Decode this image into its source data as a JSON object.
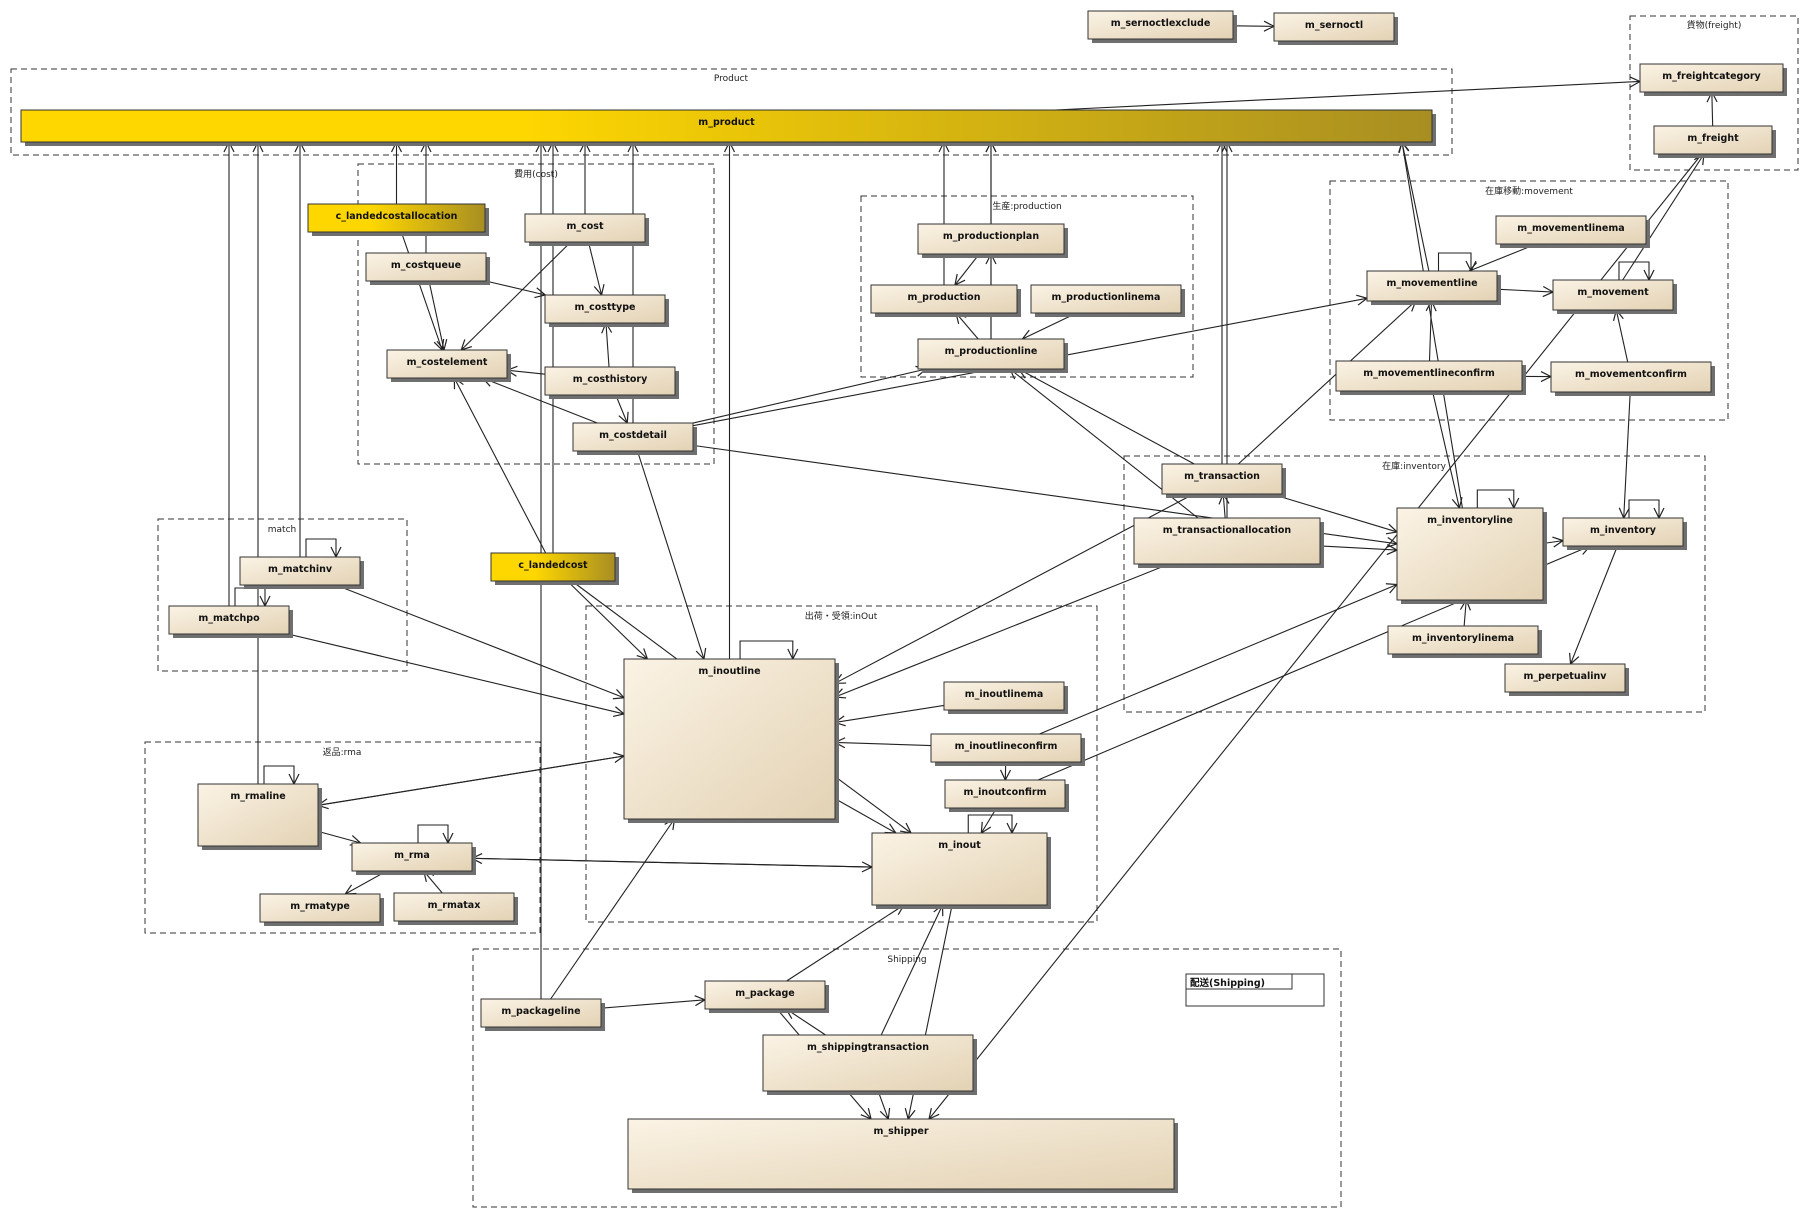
{
  "colors": {
    "entity_light": "#fbf3e5",
    "entity_dark": "#e3d2b4",
    "highlight_light": "#ffd700",
    "highlight_dark": "#a88e22",
    "line": "#222222"
  },
  "note": {
    "label": "配送(Shipping)"
  },
  "packages": [
    {
      "id": "product",
      "label": "Product"
    },
    {
      "id": "freight",
      "label": "貨物(freight)"
    },
    {
      "id": "cost",
      "label": "費用(cost)"
    },
    {
      "id": "production",
      "label": "生産:production"
    },
    {
      "id": "movement",
      "label": "在庫移動:movement"
    },
    {
      "id": "inventory",
      "label": "在庫:inventory"
    },
    {
      "id": "match",
      "label": "match"
    },
    {
      "id": "inout",
      "label": "出荷・受領:inOut"
    },
    {
      "id": "rma",
      "label": "返品:rma"
    },
    {
      "id": "shipping",
      "label": "Shipping"
    }
  ],
  "entities": [
    {
      "id": "m_product",
      "label": "m_product",
      "highlight": true
    },
    {
      "id": "m_sernoctlexclude",
      "label": "m_sernoctlexclude"
    },
    {
      "id": "m_sernoctl",
      "label": "m_sernoctl"
    },
    {
      "id": "m_freightcategory",
      "label": "m_freightcategory"
    },
    {
      "id": "m_freight",
      "label": "m_freight"
    },
    {
      "id": "c_landedcostallocation",
      "label": "c_landedcostallocation",
      "highlight": true
    },
    {
      "id": "m_cost",
      "label": "m_cost"
    },
    {
      "id": "m_costqueue",
      "label": "m_costqueue"
    },
    {
      "id": "m_costtype",
      "label": "m_costtype"
    },
    {
      "id": "m_costelement",
      "label": "m_costelement"
    },
    {
      "id": "m_costhistory",
      "label": "m_costhistory"
    },
    {
      "id": "m_costdetail",
      "label": "m_costdetail"
    },
    {
      "id": "m_productionplan",
      "label": "m_productionplan"
    },
    {
      "id": "m_production",
      "label": "m_production"
    },
    {
      "id": "m_productionlinema",
      "label": "m_productionlinema"
    },
    {
      "id": "m_productionline",
      "label": "m_productionline"
    },
    {
      "id": "m_movementlinema",
      "label": "m_movementlinema"
    },
    {
      "id": "m_movementline",
      "label": "m_movementline"
    },
    {
      "id": "m_movement",
      "label": "m_movement"
    },
    {
      "id": "m_movementlineconfirm",
      "label": "m_movementlineconfirm"
    },
    {
      "id": "m_movementconfirm",
      "label": "m_movementconfirm"
    },
    {
      "id": "m_transaction",
      "label": "m_transaction"
    },
    {
      "id": "m_transactionallocation",
      "label": "m_transactionallocation"
    },
    {
      "id": "m_inventoryline",
      "label": "m_inventoryline"
    },
    {
      "id": "m_inventory",
      "label": "m_inventory"
    },
    {
      "id": "m_inventorylinema",
      "label": "m_inventorylinema"
    },
    {
      "id": "m_perpetualinv",
      "label": "m_perpetualinv"
    },
    {
      "id": "m_matchinv",
      "label": "m_matchinv"
    },
    {
      "id": "m_matchpo",
      "label": "m_matchpo"
    },
    {
      "id": "c_landedcost",
      "label": "c_landedcost",
      "highlight": true
    },
    {
      "id": "m_inoutline",
      "label": "m_inoutline"
    },
    {
      "id": "m_inoutlinema",
      "label": "m_inoutlinema"
    },
    {
      "id": "m_inoutlineconfirm",
      "label": "m_inoutlineconfirm"
    },
    {
      "id": "m_inoutconfirm",
      "label": "m_inoutconfirm"
    },
    {
      "id": "m_inout",
      "label": "m_inout"
    },
    {
      "id": "m_rmaline",
      "label": "m_rmaline"
    },
    {
      "id": "m_rma",
      "label": "m_rma"
    },
    {
      "id": "m_rmatype",
      "label": "m_rmatype"
    },
    {
      "id": "m_rmatax",
      "label": "m_rmatax"
    },
    {
      "id": "m_packageline",
      "label": "m_packageline"
    },
    {
      "id": "m_package",
      "label": "m_package"
    },
    {
      "id": "m_shippingtransaction",
      "label": "m_shippingtransaction"
    },
    {
      "id": "m_shipper",
      "label": "m_shipper"
    }
  ],
  "relations": [
    {
      "from": "m_sernoctlexclude",
      "to": "m_sernoctl"
    },
    {
      "from": "m_product",
      "to": "m_freightcategory"
    },
    {
      "from": "m_freight",
      "to": "m_freightcategory"
    },
    {
      "from": "m_freight",
      "to": "m_shipper"
    },
    {
      "from": "c_landedcostallocation",
      "to": "m_product"
    },
    {
      "from": "c_landedcostallocation",
      "to": "m_costelement"
    },
    {
      "from": "m_cost",
      "to": "m_product"
    },
    {
      "from": "m_cost",
      "to": "m_costtype"
    },
    {
      "from": "m_cost",
      "to": "m_costelement"
    },
    {
      "from": "m_costqueue",
      "to": "m_product"
    },
    {
      "from": "m_costqueue",
      "to": "m_costtype"
    },
    {
      "from": "m_costqueue",
      "to": "m_costelement"
    },
    {
      "from": "m_costhistory",
      "to": "m_costtype"
    },
    {
      "from": "m_costhistory",
      "to": "m_costelement"
    },
    {
      "from": "m_costdetail",
      "to": "m_product"
    },
    {
      "from": "m_costdetail",
      "to": "m_costelement"
    },
    {
      "from": "m_costhistory",
      "to": "m_costdetail"
    },
    {
      "from": "m_costdetail",
      "to": "m_inoutline"
    },
    {
      "from": "m_costdetail",
      "to": "m_productionline"
    },
    {
      "from": "m_costdetail",
      "to": "m_movementline"
    },
    {
      "from": "m_costdetail",
      "to": "m_inventoryline"
    },
    {
      "from": "m_productionplan",
      "to": "m_product"
    },
    {
      "from": "m_productionplan",
      "to": "m_production"
    },
    {
      "from": "m_production",
      "to": "m_product"
    },
    {
      "from": "m_productionline",
      "to": "m_productionplan"
    },
    {
      "from": "m_productionline",
      "to": "m_production"
    },
    {
      "from": "m_productionline",
      "to": "m_product"
    },
    {
      "from": "m_productionlinema",
      "to": "m_productionline"
    },
    {
      "from": "m_movementline",
      "to": "m_movementline"
    },
    {
      "from": "m_movementlinema",
      "to": "m_movementline"
    },
    {
      "from": "m_movementline",
      "to": "m_movement"
    },
    {
      "from": "m_movementline",
      "to": "m_product"
    },
    {
      "from": "m_movement",
      "to": "m_movement"
    },
    {
      "from": "m_movementlineconfirm",
      "to": "m_movementline"
    },
    {
      "from": "m_movementlineconfirm",
      "to": "m_movementconfirm"
    },
    {
      "from": "m_movementconfirm",
      "to": "m_movement"
    },
    {
      "from": "m_movementlineconfirm",
      "to": "m_inventoryline"
    },
    {
      "from": "m_movementconfirm",
      "to": "m_inventory"
    },
    {
      "from": "m_movement",
      "to": "m_freight"
    },
    {
      "from": "m_transaction",
      "to": "m_product"
    },
    {
      "from": "m_transaction",
      "to": "m_productionline"
    },
    {
      "from": "m_transaction",
      "to": "m_movementline"
    },
    {
      "from": "m_transaction",
      "to": "m_inventoryline"
    },
    {
      "from": "m_transaction",
      "to": "m_inoutline"
    },
    {
      "from": "m_transactionallocation",
      "to": "m_transaction"
    },
    {
      "from": "m_transactionallocation",
      "to": "m_product"
    },
    {
      "from": "m_transactionallocation",
      "to": "m_productionline"
    },
    {
      "from": "m_transactionallocation",
      "to": "m_inventoryline"
    },
    {
      "from": "m_transactionallocation",
      "to": "m_inoutline"
    },
    {
      "from": "m_inventoryline",
      "to": "m_inventoryline"
    },
    {
      "from": "m_inventoryline",
      "to": "m_inventory"
    },
    {
      "from": "m_inventoryline",
      "to": "m_product"
    },
    {
      "from": "m_inventory",
      "to": "m_inventory"
    },
    {
      "from": "m_inventorylinema",
      "to": "m_inventoryline"
    },
    {
      "from": "m_inventory",
      "to": "m_perpetualinv"
    },
    {
      "from": "m_matchinv",
      "to": "m_matchinv"
    },
    {
      "from": "m_matchinv",
      "to": "m_product"
    },
    {
      "from": "m_matchinv",
      "to": "m_inoutline"
    },
    {
      "from": "m_matchpo",
      "to": "m_matchpo"
    },
    {
      "from": "m_matchpo",
      "to": "m_product"
    },
    {
      "from": "m_matchpo",
      "to": "m_inoutline"
    },
    {
      "from": "c_landedcost",
      "to": "m_product"
    },
    {
      "from": "c_landedcost",
      "to": "m_costelement"
    },
    {
      "from": "c_landedcost",
      "to": "m_inoutline"
    },
    {
      "from": "c_landedcost",
      "to": "m_inout"
    },
    {
      "from": "m_inoutline",
      "to": "m_inoutline"
    },
    {
      "from": "m_inoutline",
      "to": "m_product"
    },
    {
      "from": "m_inoutline",
      "to": "m_inout"
    },
    {
      "from": "m_inoutline",
      "to": "m_rmaline"
    },
    {
      "from": "m_inoutlinema",
      "to": "m_inoutline"
    },
    {
      "from": "m_inoutlineconfirm",
      "to": "m_inoutline"
    },
    {
      "from": "m_inoutlineconfirm",
      "to": "m_inoutconfirm"
    },
    {
      "from": "m_inoutlineconfirm",
      "to": "m_inventoryline"
    },
    {
      "from": "m_inoutconfirm",
      "to": "m_inout"
    },
    {
      "from": "m_inoutconfirm",
      "to": "m_inventory"
    },
    {
      "from": "m_inout",
      "to": "m_inout"
    },
    {
      "from": "m_inout",
      "to": "m_rma"
    },
    {
      "from": "m_inout",
      "to": "m_shipper"
    },
    {
      "from": "m_rmaline",
      "to": "m_rmaline"
    },
    {
      "from": "m_rmaline",
      "to": "m_product"
    },
    {
      "from": "m_rmaline",
      "to": "m_rma"
    },
    {
      "from": "m_rmaline",
      "to": "m_inoutline"
    },
    {
      "from": "m_rma",
      "to": "m_rma"
    },
    {
      "from": "m_rma",
      "to": "m_rmatype"
    },
    {
      "from": "m_rmatax",
      "to": "m_rma"
    },
    {
      "from": "m_rma",
      "to": "m_inout"
    },
    {
      "from": "m_packageline",
      "to": "m_product"
    },
    {
      "from": "m_packageline",
      "to": "m_package"
    },
    {
      "from": "m_packageline",
      "to": "m_inoutline"
    },
    {
      "from": "m_package",
      "to": "m_inout"
    },
    {
      "from": "m_package",
      "to": "m_shipper"
    },
    {
      "from": "m_shippingtransaction",
      "to": "m_package"
    },
    {
      "from": "m_shippingtransaction",
      "to": "m_inout"
    },
    {
      "from": "m_shippingtransaction",
      "to": "m_shipper"
    }
  ]
}
